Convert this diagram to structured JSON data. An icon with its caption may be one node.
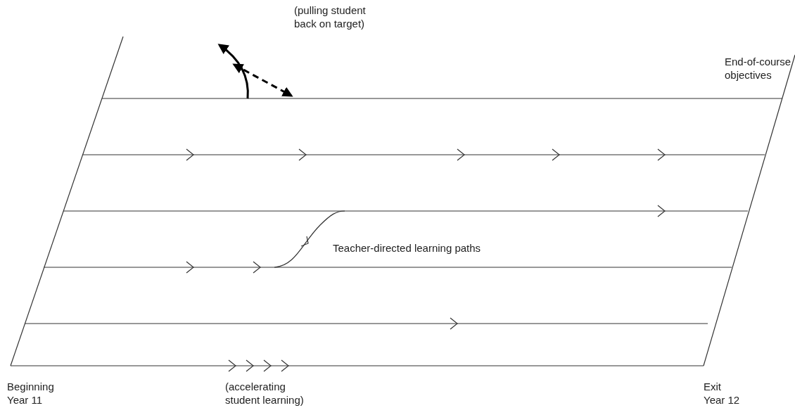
{
  "diagram": {
    "labels": [
      "(pulling student back on target)",
      "End-of-course objectives",
      "Teacher-directed learning paths",
      "Beginning Year 11",
      "(accelerating student learning)",
      "Exit Year 12"
    ]
  }
}
